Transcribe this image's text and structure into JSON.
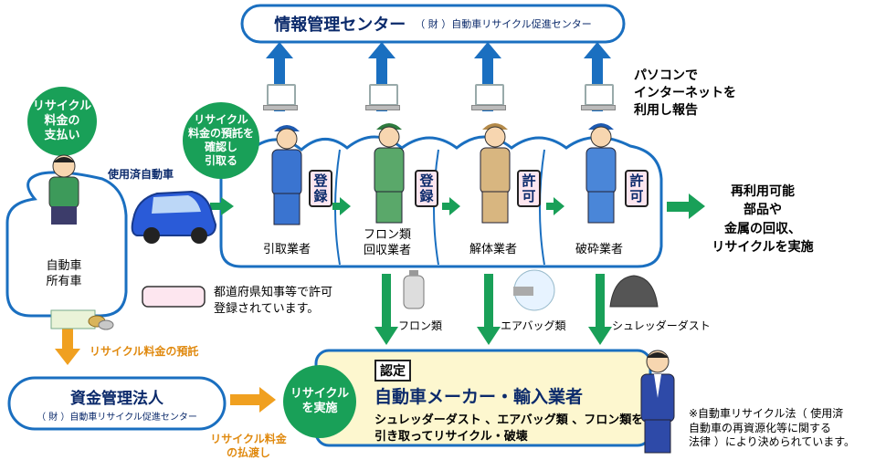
{
  "info_center": {
    "title": "情報管理センター",
    "sub": "（ 財 ）自動車リサイクル促進センター"
  },
  "report_note": [
    "パソコンで",
    "インターネットを",
    "利用し報告"
  ],
  "recycle_fee_circle": [
    "リサイクル",
    "料金の",
    "支払い"
  ],
  "owner": {
    "label": [
      "自動車",
      "所有車"
    ]
  },
  "used_car_label": "使用済自動車",
  "confirm_circle": [
    "リサイクル",
    "料金の預託を",
    "確認し",
    "引取る"
  ],
  "businesses": [
    {
      "name": [
        "引取業者"
      ],
      "tag": [
        "登",
        "録"
      ]
    },
    {
      "name": [
        "フロン類",
        "回収業者"
      ],
      "tag": [
        "登",
        "録"
      ]
    },
    {
      "name": [
        "解体業者"
      ],
      "tag": [
        "許",
        "可"
      ]
    },
    {
      "name": [
        "破砕業者"
      ],
      "tag": [
        "許",
        "可"
      ]
    }
  ],
  "result_text": [
    "再利用可能",
    "部品や",
    "金属の回収、",
    "リサイクルを実施"
  ],
  "legend_text": [
    "都道府県知事等で許可",
    "登録されています。"
  ],
  "outputs": [
    "フロン類",
    "エアバッグ類",
    "シュレッダーダスト"
  ],
  "deposit_label": "リサイクル料金の預託",
  "fund": {
    "title": "資金管理法人",
    "sub": "（ 財 ）自動車リサイクル促進センター"
  },
  "transfer_label": [
    "リサイクル料金",
    "の払渡し"
  ],
  "maker": {
    "circle": [
      "リサイクル",
      "を実施"
    ],
    "badge": "認定",
    "title": "自動車メーカー・輸入業者",
    "desc": [
      "シュレッダーダスト 、エアバッグ類 、フロン類を",
      "引き取ってリサイクル・破壊"
    ]
  },
  "law_note": [
    "※自動車リサイクル法（ 使用済",
    "自動車の再資源化等に関する",
    "法律 ）により決められています。"
  ],
  "colors": {
    "green": "#19a058",
    "navy": "#0b2a6b",
    "blue": "#1a6fc0",
    "cream": "#fdf7cf",
    "pink": "#fde6ef",
    "orange": "#f0a020"
  }
}
